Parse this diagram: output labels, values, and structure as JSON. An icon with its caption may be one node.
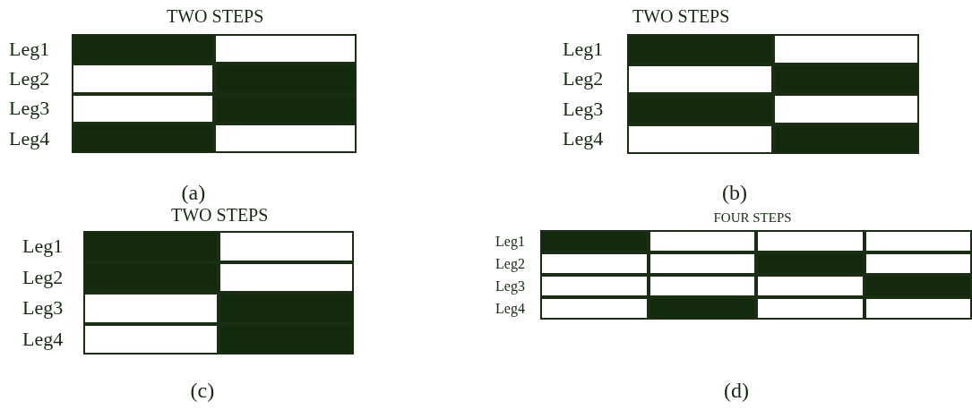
{
  "diagram": {
    "nodes": [
      {
        "text": [],
        "shape": "block"
      },
      {
        "text": [],
        "shape": "box"
      },
      {
        "text": [],
        "shape": "box"
      },
      {
        "text": [],
        "shape": "block"
      },
      {
        "text": [],
        "shape": "box"
      },
      {
        "text": [],
        "shape": "block"
      },
      {
        "text": [],
        "shape": "block"
      },
      {
        "text": [],
        "shape": "box"
      },
      {
        "text": [],
        "shape": "block"
      },
      {
        "text": [],
        "shape": "box"
      },
      {
        "text": [],
        "shape": "box"
      },
      {
        "text": [],
        "shape": "block"
      },
      {
        "text": [],
        "shape": "block"
      },
      {
        "text": [],
        "shape": "box"
      },
      {
        "text": [],
        "shape": "box"
      },
      {
        "text": [],
        "shape": "block"
      },
      {
        "text": [],
        "shape": "block"
      },
      {
        "text": [],
        "shape": "box"
      },
      {
        "text": [],
        "shape": "block"
      },
      {
        "text": [],
        "shape": "box"
      },
      {
        "text": [],
        "shape": "box"
      },
      {
        "text": [],
        "shape": "block"
      },
      {
        "text": [],
        "shape": "box"
      },
      {
        "text": [],
        "shape": "block"
      },
      {
        "text": [],
        "shape": "block"
      },
      {
        "text": [],
        "shape": "box"
      },
      {
        "text": [],
        "shape": "box"
      },
      {
        "text": [],
        "shape": "box"
      },
      {
        "text": [],
        "shape": "box"
      },
      {
        "text": [],
        "shape": "box"
      },
      {
        "text": [],
        "shape": "block"
      },
      {
        "text": [],
        "shape": "box"
      },
      {
        "text": [],
        "shape": "box"
      },
      {
        "text": [],
        "shape": "box"
      },
      {
        "text": [],
        "shape": "box"
      },
      {
        "text": [],
        "shape": "block"
      },
      {
        "text": [],
        "shape": "box"
      },
      {
        "text": [],
        "shape": "block"
      },
      {
        "text": [],
        "shape": "box"
      },
      {
        "text": [],
        "shape": "box"
      }
    ],
    "edges": [],
    "labels": [
      "TWO STEPS",
      "Leg1",
      "Leg2",
      "Leg3",
      "Leg4",
      "(a)",
      "TWO STEPS",
      "Leg1",
      "Leg2",
      "Leg3",
      "Leg4",
      "(b)",
      "TWO STEPS",
      "Leg1",
      "Leg2",
      "Leg3",
      "Leg4",
      "(c)",
      "FOUR STEPS",
      "Leg1",
      "Leg2",
      "Leg3",
      "Leg4",
      "(d)"
    ]
  }
}
